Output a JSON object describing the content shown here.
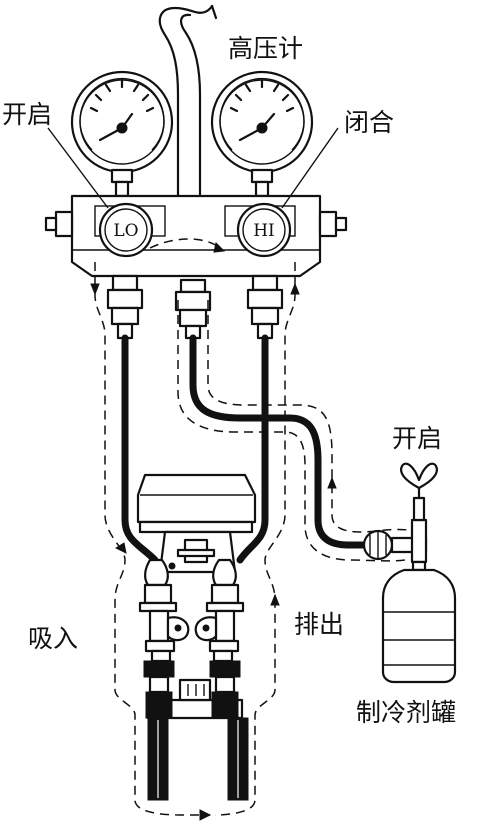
{
  "labels": {
    "high_pressure_gauge": "高压计",
    "left_valve_state": "开启",
    "right_valve_state": "闭合",
    "tank_valve_state": "开启",
    "suction": "吸入",
    "discharge": "排出",
    "refrigerant_tank": "制冷剂罐",
    "lo_knob": "LO",
    "hi_knob": "HI"
  }
}
